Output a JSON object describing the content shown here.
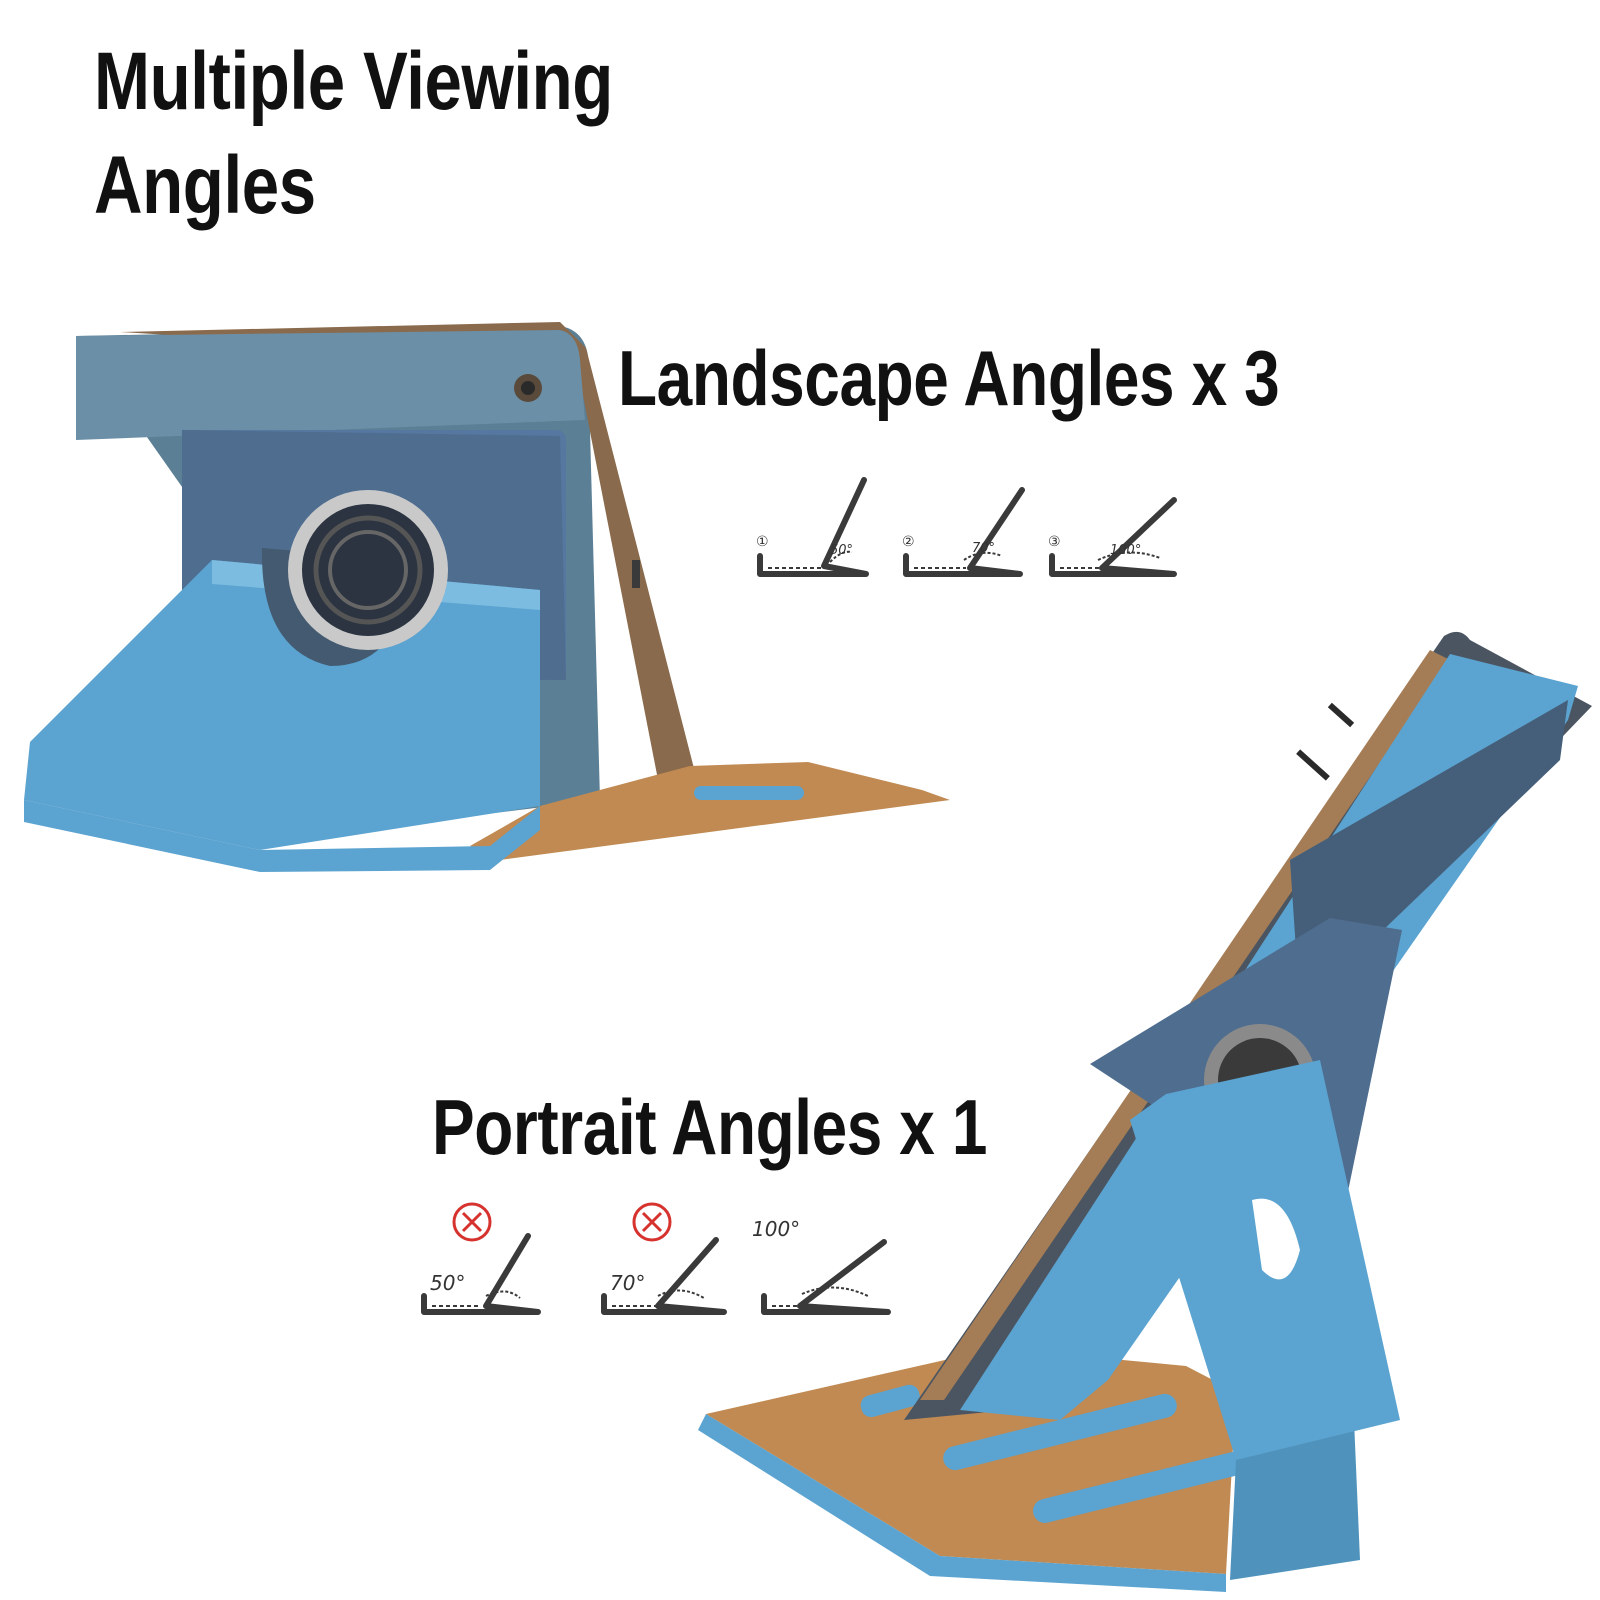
{
  "title": {
    "line1": "Multiple Viewing",
    "line2": "Angles"
  },
  "landscape": {
    "heading": "Landscape Angles x 3",
    "diagrams": [
      {
        "step": "①",
        "angle": "50°",
        "allowed": true
      },
      {
        "step": "②",
        "angle": "70°",
        "allowed": true
      },
      {
        "step": "③",
        "angle": "100°",
        "allowed": true
      }
    ]
  },
  "portrait": {
    "heading": "Portrait Angles x 1",
    "diagrams": [
      {
        "angle": "50°",
        "allowed": false,
        "status_icon": "x-circle-icon"
      },
      {
        "angle": "70°",
        "allowed": false,
        "status_icon": "x-circle-icon"
      },
      {
        "angle": "100°",
        "allowed": true
      }
    ]
  },
  "photos": {
    "landscape_photo": "tablet-case-landscape-stand",
    "portrait_photo": "tablet-case-portrait-stand"
  },
  "colors": {
    "case_blue": "#5aa3cf",
    "case_inner_tan": "#c08a52",
    "tablet_gray": "#4d5660",
    "reject_red": "#d6332f",
    "diagram_gray": "#3a3a3a"
  }
}
